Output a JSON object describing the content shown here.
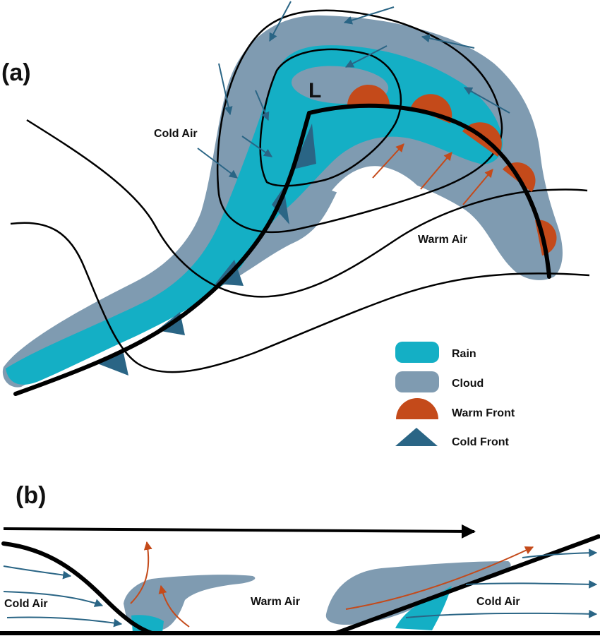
{
  "panel_a": {
    "label": "(a)",
    "low_center": "L",
    "cold_air": "Cold Air",
    "warm_air": "Warm Air"
  },
  "panel_b": {
    "label": "(b)",
    "cold_air_left": "Cold Air",
    "warm_air": "Warm Air",
    "cold_air_right": "Cold Air"
  },
  "legend": [
    {
      "key": "rain",
      "label": "Rain",
      "color": "#14afc5"
    },
    {
      "key": "cloud",
      "label": "Cloud",
      "color": "#7f9bb1"
    },
    {
      "key": "warm_front",
      "label": "Warm Front",
      "color": "#c44a1a"
    },
    {
      "key": "cold_front",
      "label": "Cold Front",
      "color": "#2a6585"
    }
  ],
  "colors": {
    "rain": "#14afc5",
    "cloud": "#7f9bb1",
    "warm_front": "#c44a1a",
    "cold_front": "#2a6585",
    "cold_flow_arrow": "#2a6585",
    "warm_flow_arrow": "#c44a1a",
    "line": "#000000"
  }
}
